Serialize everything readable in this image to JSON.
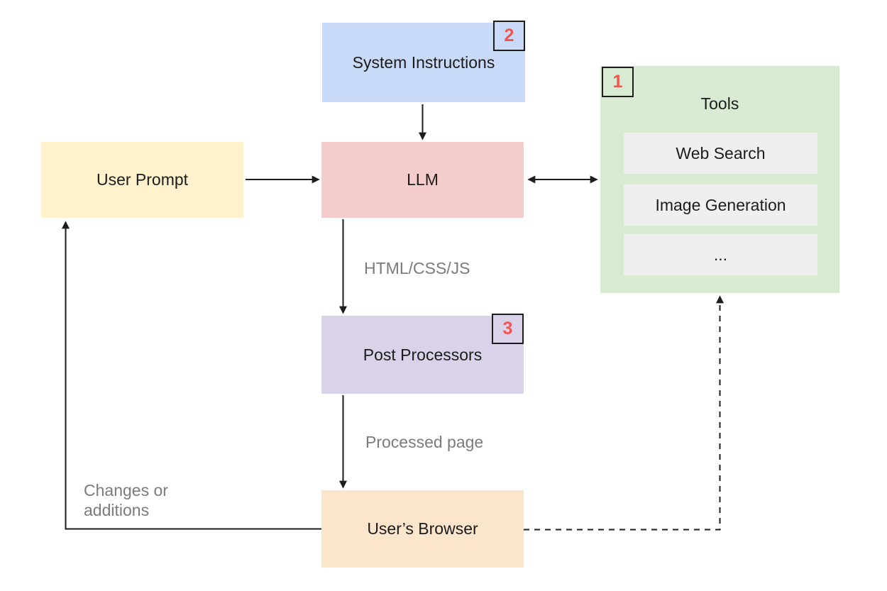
{
  "diagram": {
    "nodes": {
      "user_prompt": {
        "label": "User Prompt",
        "color": "#fff2cc"
      },
      "system_instructions": {
        "label": "System Instructions",
        "badge": "2",
        "color": "#c9daf8"
      },
      "llm": {
        "label": "LLM",
        "color": "#f4cccc"
      },
      "tools": {
        "label": "Tools",
        "badge": "1",
        "color": "#d9ead3",
        "item_color": "#efefef",
        "items": [
          "Web Search",
          "Image Generation",
          "..."
        ]
      },
      "post_processors": {
        "label": "Post Processors",
        "badge": "3",
        "color": "#d9d2e9"
      },
      "users_browser": {
        "label": "User’s Browser",
        "color": "#fce5cd"
      }
    },
    "edge_labels": {
      "llm_to_post_processors": "HTML/CSS/JS",
      "post_processors_to_browser": "Processed page",
      "browser_to_user_prompt_line1": "Changes or",
      "browser_to_user_prompt_line2": "additions"
    },
    "colors": {
      "badge_number": "#f0564e",
      "badge_border": "#1d1d1d",
      "connector_line": "#1d1d1d",
      "edge_label_text": "#7b7b7b",
      "node_text": "#1c1c1c",
      "background": "#ffffff"
    }
  }
}
